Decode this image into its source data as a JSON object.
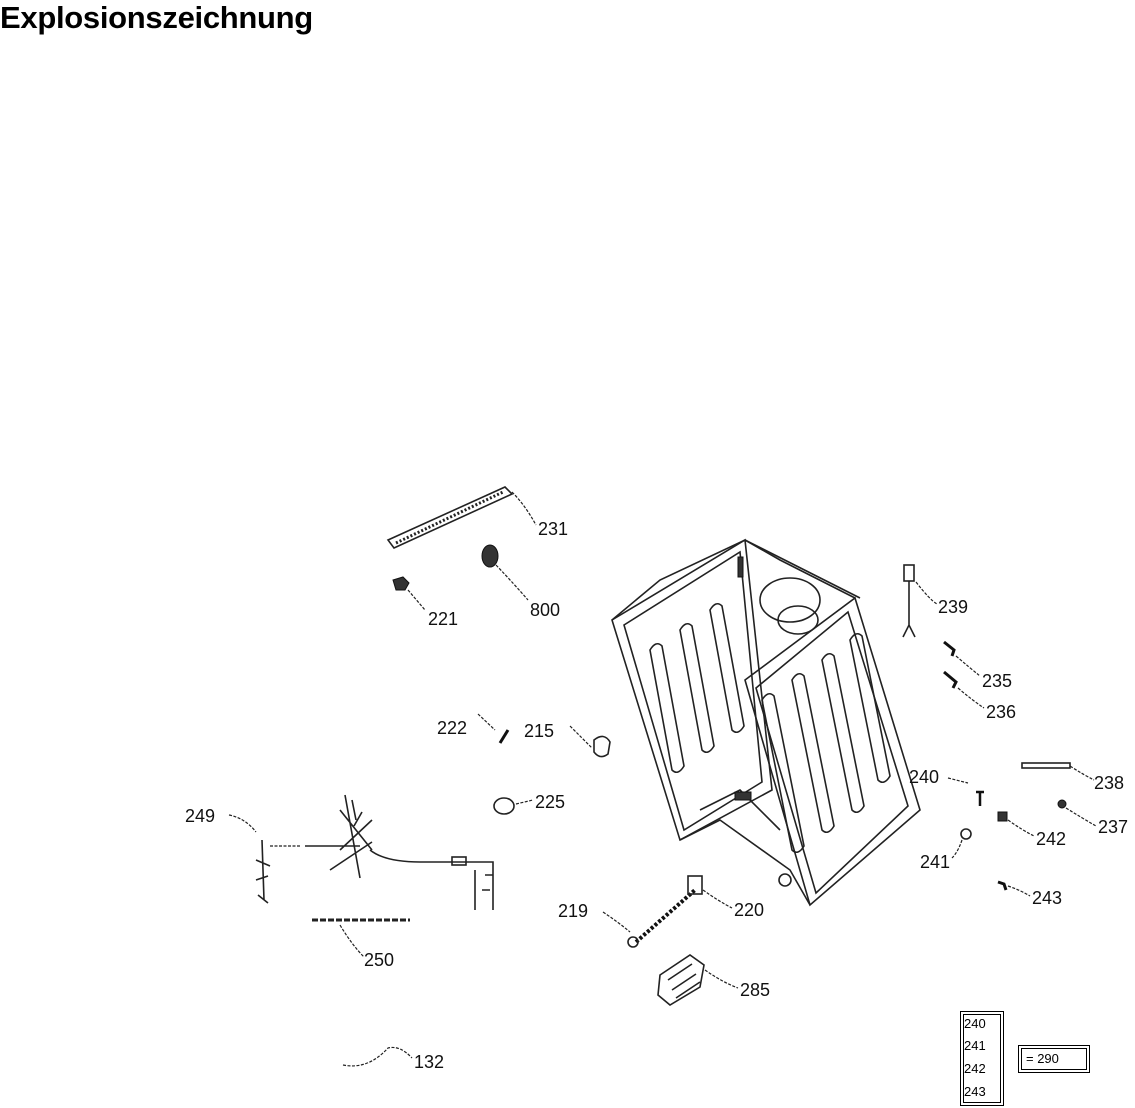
{
  "title": "Explosionszeichnung",
  "labels": {
    "p231": "231",
    "p221": "221",
    "p800": "800",
    "p222": "222",
    "p215": "215",
    "p225": "225",
    "p249": "249",
    "p250": "250",
    "p219": "219",
    "p220": "220",
    "p285": "285",
    "p132": "132",
    "p239": "239",
    "p235": "235",
    "p236": "236",
    "p240": "240",
    "p238": "238",
    "p237": "237",
    "p242": "242",
    "p241": "241",
    "p243": "243"
  },
  "legend": {
    "group": [
      "240",
      "241",
      "242",
      "243"
    ],
    "result": "= 290"
  }
}
